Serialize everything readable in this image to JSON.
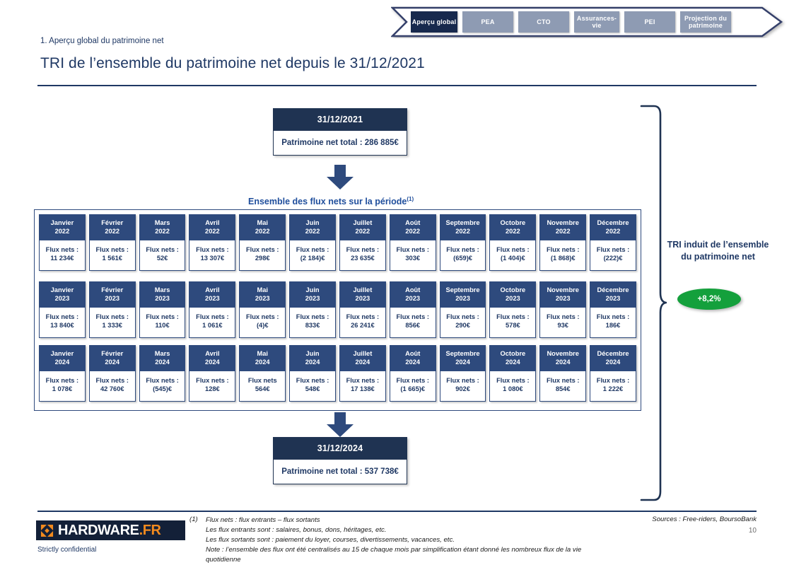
{
  "nav": {
    "items": [
      {
        "label": "Aperçu global",
        "active": true
      },
      {
        "label": "PEA",
        "active": false
      },
      {
        "label": "CTO",
        "active": false
      },
      {
        "label": "Assurances-vie",
        "active": false
      },
      {
        "label": "PEI",
        "active": false
      },
      {
        "label": "Projection du patrimoine",
        "active": false
      }
    ],
    "active_color": "#17294D",
    "inactive_color": "#8E9BB3"
  },
  "header": {
    "kicker": "1. Aperçu global du patrimoine net",
    "title": "TRI de l’ensemble du patrimoine net depuis le 31/12/2021"
  },
  "start_box": {
    "date": "31/12/2021",
    "value_line": "Patrimoine net total : 286 885€"
  },
  "end_box": {
    "date": "31/12/2024",
    "value_line": "Patrimoine net total : 537 738€"
  },
  "flux_section": {
    "heading": "Ensemble des flux nets sur la période",
    "heading_sup": "(1)"
  },
  "tri": {
    "label": "TRI induit de l’ensemble du patrimoine net",
    "value": "+8,2%",
    "color": "#14A03C"
  },
  "footer": {
    "logo_main": "HARDWARE",
    "logo_suffix": ".FR",
    "confidential": "Strictly confidential",
    "footnote_marker": "(1)",
    "footnote_lines": [
      "Flux nets : flux entrants – flux sortants",
      "Les flux entrants sont : salaires, bonus, dons, héritages, etc.",
      "Les flux sortants sont : paiement du loyer, courses, divertissements, vacances, etc.",
      "Note : l’ensemble des flux ont été centralisés au 15 de chaque mois par simplification étant donné les nombreux flux de la vie quotidienne"
    ],
    "sources": "Sources : Free-riders, BoursoBank",
    "page_number": "10"
  },
  "chart_data": {
    "type": "table",
    "title": "Ensemble des flux nets sur la période",
    "row_label_prefix": "Flux nets :",
    "categories": [
      "Janvier",
      "Février",
      "Mars",
      "Avril",
      "Mai",
      "Juin",
      "Juillet",
      "Août",
      "Septembre",
      "Octobre",
      "Novembre",
      "Décembre"
    ],
    "years": [
      "2022",
      "2023",
      "2024"
    ],
    "rows": [
      {
        "year": "2022",
        "cells": [
          {
            "month": "Janvier",
            "year": "2022",
            "label": "Flux nets :",
            "value": "11 234€",
            "numeric": 11234
          },
          {
            "month": "Février",
            "year": "2022",
            "label": "Flux nets :",
            "value": "1 561€",
            "numeric": 1561
          },
          {
            "month": "Mars",
            "year": "2022",
            "label": "Flux nets :",
            "value": "52€",
            "numeric": 52
          },
          {
            "month": "Avril",
            "year": "2022",
            "label": "Flux nets :",
            "value": "13 307€",
            "numeric": 13307
          },
          {
            "month": "Mai",
            "year": "2022",
            "label": "Flux nets :",
            "value": "298€",
            "numeric": 298
          },
          {
            "month": "Juin",
            "year": "2022",
            "label": "Flux nets :",
            "value": "(2 184)€",
            "numeric": -2184
          },
          {
            "month": "Juillet",
            "year": "2022",
            "label": "Flux nets :",
            "value": "23 635€",
            "numeric": 23635
          },
          {
            "month": "Août",
            "year": "2022",
            "label": "Flux nets :",
            "value": "303€",
            "numeric": 303
          },
          {
            "month": "Septembre",
            "year": "2022",
            "label": "Flux nets :",
            "value": "(659)€",
            "numeric": -659
          },
          {
            "month": "Octobre",
            "year": "2022",
            "label": "Flux nets :",
            "value": "(1 404)€",
            "numeric": -1404
          },
          {
            "month": "Novembre",
            "year": "2022",
            "label": "Flux nets :",
            "value": "(1 868)€",
            "numeric": -1868
          },
          {
            "month": "Décembre",
            "year": "2022",
            "label": "Flux nets :",
            "value": "(222)€",
            "numeric": -222
          }
        ]
      },
      {
        "year": "2023",
        "cells": [
          {
            "month": "Janvier",
            "year": "2023",
            "label": "Flux nets :",
            "value": "13 840€",
            "numeric": 13840
          },
          {
            "month": "Février",
            "year": "2023",
            "label": "Flux nets :",
            "value": "1 333€",
            "numeric": 1333
          },
          {
            "month": "Mars",
            "year": "2023",
            "label": "Flux nets :",
            "value": "110€",
            "numeric": 110
          },
          {
            "month": "Avril",
            "year": "2023",
            "label": "Flux nets :",
            "value": "1 061€",
            "numeric": 1061
          },
          {
            "month": "Mai",
            "year": "2023",
            "label": "Flux nets :",
            "value": "(4)€",
            "numeric": -4
          },
          {
            "month": "Juin",
            "year": "2023",
            "label": "Flux nets :",
            "value": "833€",
            "numeric": 833
          },
          {
            "month": "Juillet",
            "year": "2023",
            "label": "Flux nets :",
            "value": "26 241€",
            "numeric": 26241
          },
          {
            "month": "Août",
            "year": "2023",
            "label": "Flux nets :",
            "value": "856€",
            "numeric": 856
          },
          {
            "month": "Septembre",
            "year": "2023",
            "label": "Flux nets :",
            "value": "290€",
            "numeric": 290
          },
          {
            "month": "Octobre",
            "year": "2023",
            "label": "Flux nets :",
            "value": "578€",
            "numeric": 578
          },
          {
            "month": "Novembre",
            "year": "2023",
            "label": "Flux nets :",
            "value": "93€",
            "numeric": 93
          },
          {
            "month": "Décembre",
            "year": "2023",
            "label": "Flux nets :",
            "value": "186€",
            "numeric": 186
          }
        ]
      },
      {
        "year": "2024",
        "cells": [
          {
            "month": "Janvier",
            "year": "2024",
            "label": "Flux nets :",
            "value": "1 078€",
            "numeric": 1078
          },
          {
            "month": "Février",
            "year": "2024",
            "label": "Flux nets :",
            "value": "42 760€",
            "numeric": 42760
          },
          {
            "month": "Mars",
            "year": "2024",
            "label": "Flux nets :",
            "value": "(545)€",
            "numeric": -545
          },
          {
            "month": "Avril",
            "year": "2024",
            "label": "Flux nets :",
            "value": "128€",
            "numeric": 128
          },
          {
            "month": "Mai",
            "year": "2024",
            "label": "Flux nets",
            "value": "564€",
            "numeric": 564
          },
          {
            "month": "Juin",
            "year": "2024",
            "label": "Flux nets :",
            "value": "548€",
            "numeric": 548
          },
          {
            "month": "Juillet",
            "year": "2024",
            "label": "Flux nets :",
            "value": "17 138€",
            "numeric": 17138
          },
          {
            "month": "Août",
            "year": "2024",
            "label": "Flux nets :",
            "value": "(1 665)€",
            "numeric": -1665
          },
          {
            "month": "Septembre",
            "year": "2024",
            "label": "Flux nets :",
            "value": "902€",
            "numeric": 902
          },
          {
            "month": "Octobre",
            "year": "2024",
            "label": "Flux nets :",
            "value": "1 080€",
            "numeric": 1080
          },
          {
            "month": "Novembre",
            "year": "2024",
            "label": "Flux nets :",
            "value": "854€",
            "numeric": 854
          },
          {
            "month": "Décembre",
            "year": "2024",
            "label": "Flux nets :",
            "value": "1 222€",
            "numeric": 1222
          }
        ]
      }
    ],
    "start_value": 286885,
    "end_value": 537738,
    "irr": "+8,2%"
  }
}
